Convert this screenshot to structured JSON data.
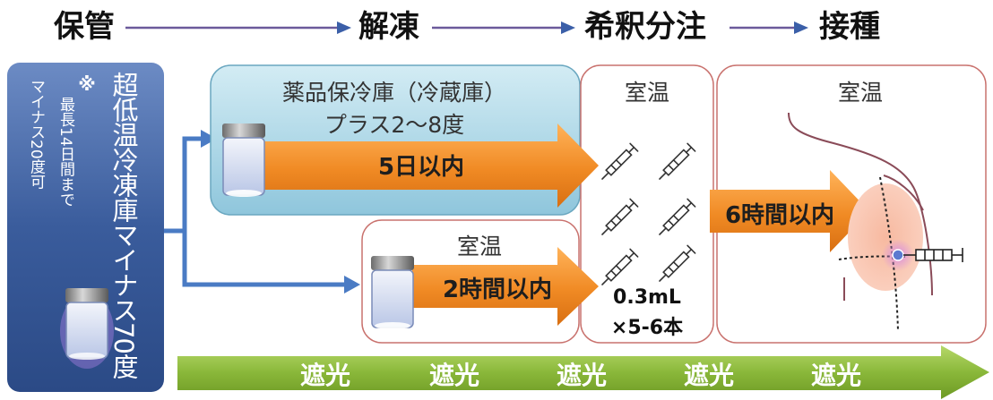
{
  "stages": {
    "storage": "保管",
    "thaw": "解凍",
    "dilute": "希釈分注",
    "inoculate": "接種"
  },
  "storage_panel": {
    "main": "超低温冷凍庫マイナス70度",
    "note_mark": "※",
    "note_line1": "最長14日間まで",
    "note_line2": "マイナス20度可"
  },
  "fridge": {
    "title_line1": "薬品保冷庫（冷蔵庫）",
    "title_line2": "プラス2〜8度",
    "arrow_label": "5日以内"
  },
  "room_temp_box": {
    "title": "室温",
    "arrow_label": "2時間以内"
  },
  "dilution": {
    "title": "室温",
    "dose_line1": "0.3mL",
    "dose_line2": "×5-6本"
  },
  "injection": {
    "title": "室温",
    "arrow_label": "6時間以内"
  },
  "light_protection": {
    "labels": [
      "遮光",
      "遮光",
      "遮光",
      "遮光",
      "遮光"
    ]
  },
  "colors": {
    "orange_arrow": "#f08a24",
    "green_arrow": "#8ab83a",
    "blue_panel": "#3f63a3",
    "fridge_fill": "#b6dbe9",
    "box_border": "#c9726e",
    "stage_arrow": "#6b5a9b"
  }
}
